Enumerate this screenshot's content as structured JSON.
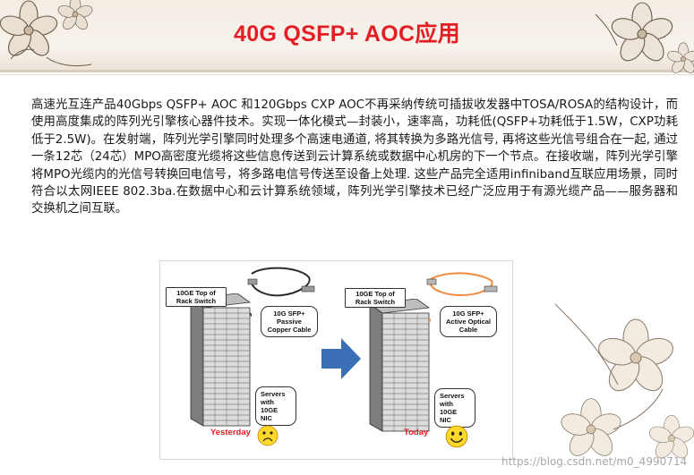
{
  "slide": {
    "title": "40G QSFP+ AOC应用",
    "body": "高速光互连产品40Gbps QSFP+ AOC 和120Gbps CXP AOC不再采纳传统可插拔收发器中TOSA/ROSA的结构设计，而使用高度集成的阵列光引擎核心器件技术。实现一体化模式—封装小，速率高，功耗低(QSFP+功耗低于1.5W，CXP功耗低于2.5W)。在发射端，阵列光学引擎同时处理多个高速电通道, 将其转换为多路光信号, 再将这些光信号组合在一起, 通过一条12芯（24芯）MPO高密度光缆将这些信息传送到云计算系统或数据中心机房的下一个节点。在接收端，阵列光学引擎将MPO光缆内的光信号转换回电信号，将多路电信号传送至设备上处理. 这些产品完全适用infiniband互联应用场景，同时符合以太网IEEE 802.3ba.在数据中心和云计算系统领域，阵列光学引擎技术已经广泛应用于有源光缆产品——服务器和交换机之间互联。"
  },
  "diagram": {
    "left": {
      "switch_label": "10GE Top of Rack Switch",
      "cable_label": "10G SFP+ Passive Copper Cable",
      "servers_label": "Servers with 10GE NIC",
      "caption": "Yesterday",
      "face": "sad-face-icon"
    },
    "right": {
      "switch_label": "10GE Top of Rack Switch",
      "cable_label": "10G SFP+ Active Optical Cable",
      "servers_label": "Servers with 10GE NIC",
      "caption": "Today",
      "face": "happy-face-icon"
    },
    "arrow": "right-arrow-icon"
  },
  "watermark": "https://blog.csdn.net/m0_4990714",
  "colors": {
    "title": "#e31e24",
    "caption": "#e31e24",
    "arrow": "#3a6fb5",
    "copper_cable": "#2b2b2b",
    "optical_cable": "#f08a3c"
  }
}
